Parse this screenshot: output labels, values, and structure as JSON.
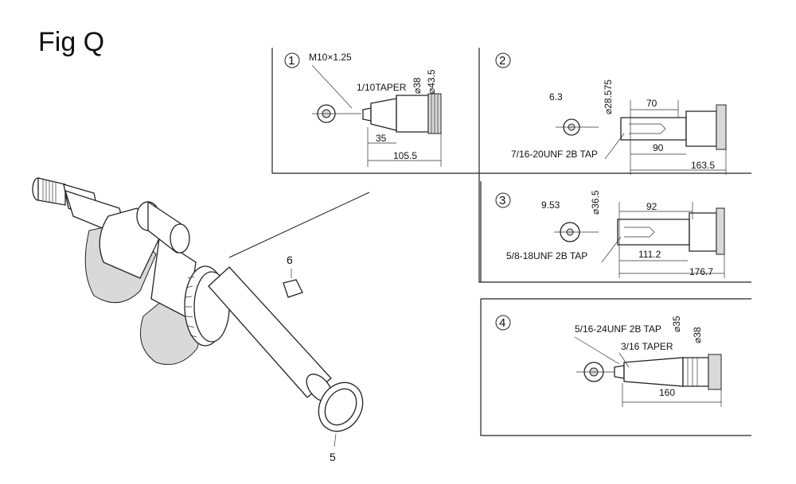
{
  "figure": {
    "title": "Fig Q"
  },
  "callouts": {
    "key": "6",
    "washer": "5"
  },
  "variants": [
    {
      "num": "1",
      "dims": [
        "M10×1.25",
        "1/10TAPER",
        "⌀38",
        "⌀43.5",
        "35",
        "105.5"
      ]
    },
    {
      "num": "2",
      "dims": [
        "6.3",
        "⌀28.575",
        "70",
        "7/16-20UNF 2B TAP",
        "90",
        "163.5"
      ]
    },
    {
      "num": "3",
      "dims": [
        "9.53",
        "⌀36.5",
        "92",
        "5/8-18UNF 2B TAP",
        "111.2",
        "176.7"
      ]
    },
    {
      "num": "4",
      "dims": [
        "5/16-24UNF 2B TAP",
        "⌀35",
        "⌀38",
        "3/16 TAPER",
        "160"
      ]
    }
  ]
}
